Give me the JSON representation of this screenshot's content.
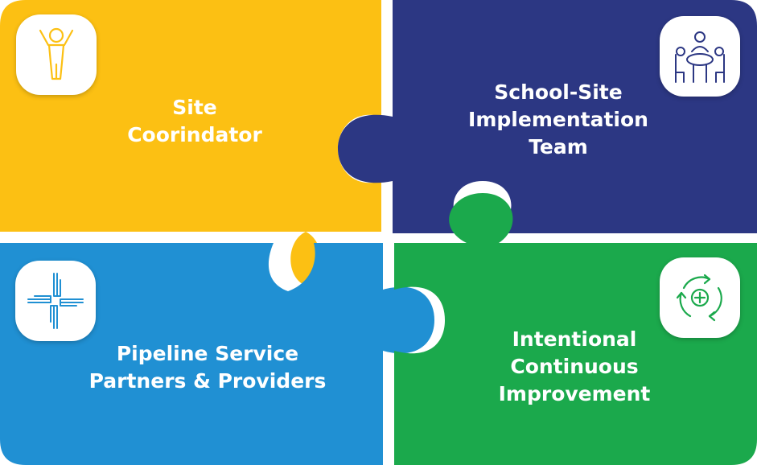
{
  "pieces": [
    {
      "id": "top-left",
      "color": "#FCC013",
      "label_lines": [
        "Site",
        "Coorindator"
      ]
    },
    {
      "id": "top-right",
      "color": "#2C3783",
      "label_lines": [
        "School-Site",
        "Implementation",
        "Team"
      ]
    },
    {
      "id": "bottom-left",
      "color": "#2090D3",
      "label_lines": [
        "Pipeline Service",
        "Partners & Providers"
      ]
    },
    {
      "id": "bottom-right",
      "color": "#1BA94C",
      "label_lines": [
        "Intentional",
        "Continuous",
        "Improvement"
      ]
    }
  ],
  "icons": [
    {
      "name": "person-celebrating-icon",
      "color": "#FCC013"
    },
    {
      "name": "team-meeting-icon",
      "color": "#2C3783"
    },
    {
      "name": "joined-hands-icon",
      "color": "#2090D3"
    },
    {
      "name": "continuous-cycle-icon",
      "color": "#1BA94C"
    }
  ]
}
